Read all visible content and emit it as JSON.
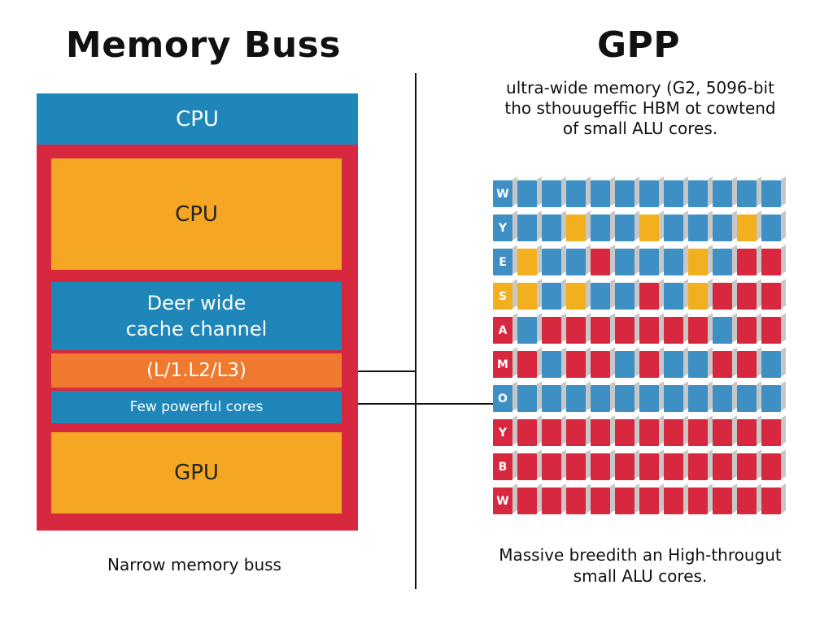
{
  "left": {
    "title": "Memory Buss",
    "cpu_header": "CPU",
    "cpu_block": "CPU",
    "cache_line1": "Deer wide",
    "cache_line2": "cache channel",
    "levels": "(L/1.L2/L3)",
    "cores": "Few powerful cores",
    "gpu_block": "GPU",
    "caption": "Narrow memory buss"
  },
  "right": {
    "title": "GPP",
    "desc_line1": "ultra-wide memory (G2, 5096-bit",
    "desc_line2": "tho sthouugeffic HBM ot cowtend",
    "desc_line3": "of small ALU cores.",
    "caption_line1": "Massive breedith an High-througut",
    "caption_line2": "small ALU cores."
  },
  "core_grid": {
    "colors": {
      "b": "#3d8fc4",
      "r": "#d8283f",
      "y": "#f2b01e"
    },
    "row_letters": [
      "W",
      "Y",
      "E",
      "S",
      "A",
      "M",
      "O",
      "Y",
      "B",
      "W"
    ],
    "rows": [
      "bbbbbbbbbbbb",
      "bbbybbybbbyb",
      "bybbrbbbybrr",
      "yybybbrbyrrr",
      "rbrrrrrrrbrr",
      "rrbrrbrbbrrb",
      "bbbbbbbbbbbb",
      "rrrrrrrrrrrr",
      "rrrrrrrrrrrr",
      "rrrrrrrrrrrr"
    ]
  }
}
